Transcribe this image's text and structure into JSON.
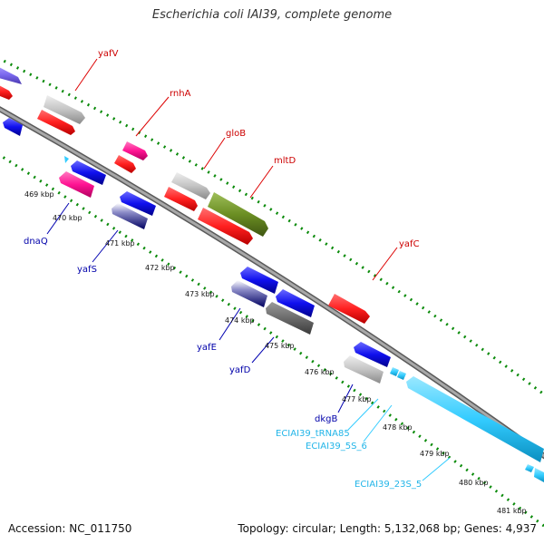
{
  "title": "Escherichia coli IAI39, complete genome",
  "footer": {
    "accession": "Accession: NC_011750",
    "summary": "Topology: circular; Length: 5,132,068 bp; Genes: 4,937"
  },
  "kbp_labels": [
    "469 kbp",
    "470 kbp",
    "471 kbp",
    "472 kbp",
    "473 kbp",
    "474 kbp",
    "475 kbp",
    "476 kbp",
    "477 kbp",
    "478 kbp",
    "479 kbp",
    "480 kbp",
    "481 kbp"
  ],
  "gene_labels": {
    "forward": [
      "yafV",
      "rnhA",
      "gloB",
      "mltD",
      "yafC"
    ],
    "reverse": [
      "dnaQ",
      "yafS",
      "yafE",
      "yafD",
      "dkgB"
    ],
    "rna": [
      "ECIAI39_tRNA85",
      "ECIAI39_5S_6",
      "ECIAI39_23S_5"
    ]
  },
  "colors": {
    "red": "#ff2020",
    "blue": "#1010ee",
    "grey": "#bdbdbd",
    "magenta": "#ff1493",
    "olive": "#6b8e23",
    "navy": "#000080",
    "dark_grey": "#6b6b6b",
    "cyan": "#33ccff",
    "purple": "#7b68ee",
    "dotted_green": "#0a8a0a",
    "backbone": "#8a8a8a"
  }
}
